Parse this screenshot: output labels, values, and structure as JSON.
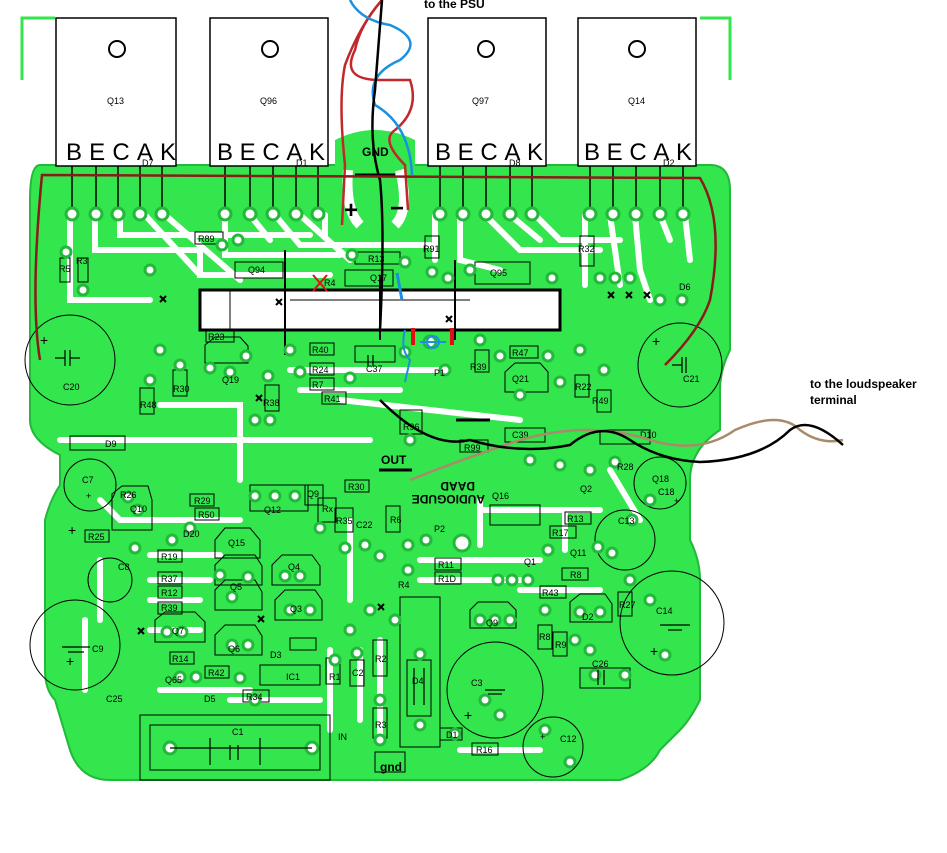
{
  "annotations": {
    "psu": "to the PSU",
    "speaker_line1": "to the loudspeaker",
    "speaker_line2": "terminal"
  },
  "board_text": {
    "gnd_top": "GND",
    "plus": "+",
    "minus": "−",
    "out": "OUT",
    "in": "IN",
    "gnd_bottom": "gnd",
    "brand_line1": "AUDIOGUDE",
    "brand_line2": "DAAD"
  },
  "transistors": [
    {
      "id": "Q13",
      "pins": "BECAK",
      "diode": "D7"
    },
    {
      "id": "Q96",
      "pins": "BECAK",
      "diode": "D1"
    },
    {
      "id": "Q97",
      "pins": "BECAK",
      "diode": "D8"
    },
    {
      "id": "Q14",
      "pins": "BECAK",
      "diode": "D2"
    }
  ],
  "component_labels": [
    "R89",
    "R13",
    "R91",
    "R32",
    "R5",
    "R3",
    "Q94",
    "R4",
    "Q17",
    "Q95",
    "D6",
    "R23",
    "R40",
    "R24",
    "R7",
    "R41",
    "R47",
    "R39",
    "R30",
    "R48",
    "R38",
    "R22",
    "R49",
    "Q19",
    "C37",
    "P1",
    "Q21",
    "C20",
    "C21",
    "R96",
    "R99",
    "C39",
    "D9",
    "D10",
    "R26",
    "Q18",
    "C7",
    "R29",
    "R50",
    "D20",
    "R30",
    "Q9",
    "Q12",
    "R35",
    "C22",
    "R6",
    "Q16",
    "R25",
    "Q15",
    "R19",
    "R37",
    "R12",
    "R39",
    "Q5",
    "Q4",
    "Q3",
    "P2",
    "R11",
    "R1D",
    "R13",
    "R17",
    "R8",
    "R43",
    "R27",
    "C13",
    "C14",
    "C8",
    "C9",
    "Q7",
    "Q6",
    "R14",
    "R42",
    "Q65",
    "D4",
    "R34",
    "C25",
    "C1",
    "R1",
    "C2",
    "R2",
    "R3",
    "D1",
    "R16",
    "C3",
    "C12",
    "Q9",
    "R9",
    "R8",
    "C26",
    "Q1",
    "D2",
    "Q11",
    "C18",
    "R28",
    "Q2",
    "D5",
    "Q10",
    "IC1",
    "D3",
    "Rx",
    "R4"
  ]
}
